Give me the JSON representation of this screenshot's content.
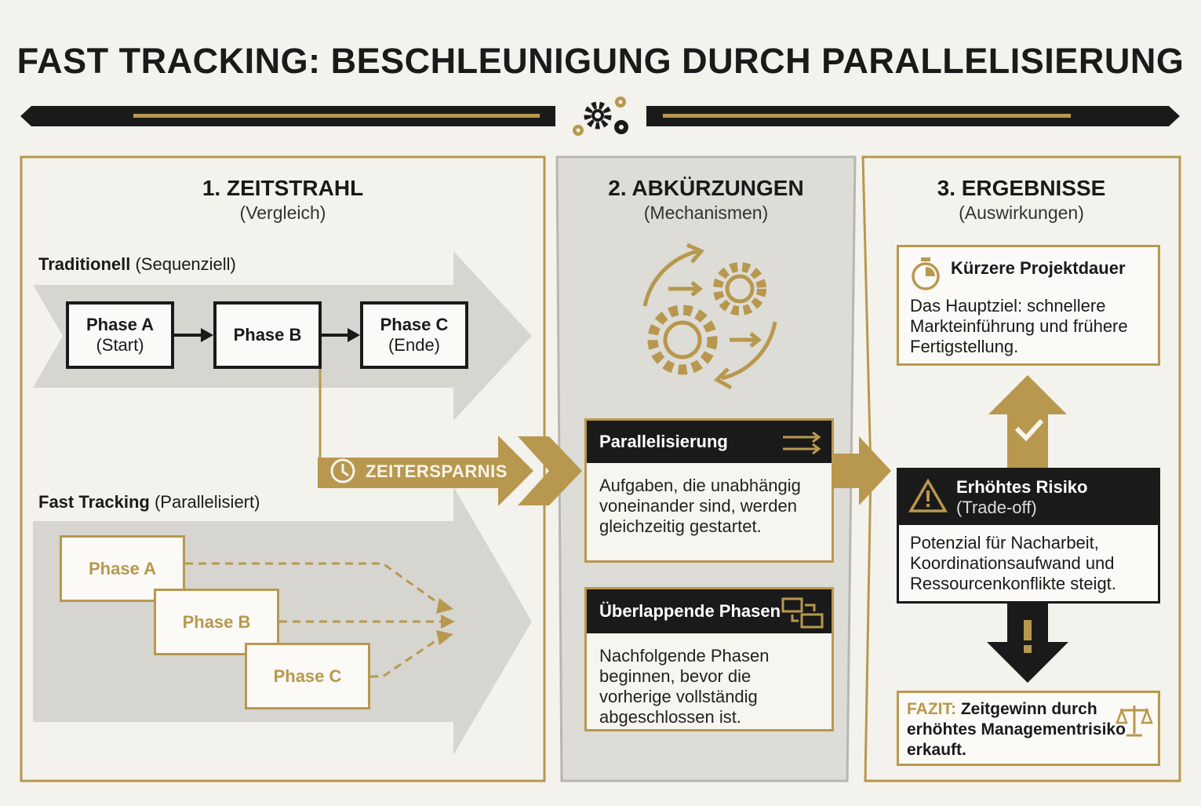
{
  "title": "FAST TRACKING: BESCHLEUNIGUNG DURCH PARALLELISIERUNG",
  "panel1": {
    "title": "1. ZEITSTRAHL",
    "subtitle": "(Vergleich)",
    "traditional": {
      "label": "Traditionell",
      "note": "(Sequenziell)"
    },
    "phases_seq": [
      {
        "name": "Phase A",
        "note": "(Start)"
      },
      {
        "name": "Phase B",
        "note": ""
      },
      {
        "name": "Phase C",
        "note": "(Ende)"
      }
    ],
    "savings": "ZEITERSPARNIS",
    "fast": {
      "label": "Fast Tracking",
      "note": "(Parallelisiert)"
    },
    "phases_par": [
      "Phase A",
      "Phase B",
      "Phase C"
    ]
  },
  "panel2": {
    "title": "2. ABKÜRZUNGEN",
    "subtitle": "(Mechanismen)",
    "card1": {
      "title": "Parallelisierung",
      "body": "Aufgaben, die unabhängig voneinander sind, werden gleichzeitig gestartet."
    },
    "card2": {
      "title": "Überlappende Phasen",
      "body": "Nachfolgende Phasen beginnen, bevor die vorherige vollständig abgeschlossen ist."
    }
  },
  "panel3": {
    "title": "3. ERGEBNISSE",
    "subtitle": "(Auswirkungen)",
    "result1": {
      "title": "Kürzere Projektdauer",
      "body": "Das Hauptziel: schnellere Markteinführung und frühere Fertigstellung."
    },
    "result2": {
      "title": "Erhöhtes Risiko",
      "subtitle": "(Trade-off)",
      "body": "Potenzial für Nacharbeit, Koordinationsaufwand und Ressourcenkonflikte steigt."
    },
    "fazit": {
      "label": "FAZIT:",
      "text": "Zeitgewinn durch erhöhtes Managementrisiko erkauft."
    }
  },
  "colors": {
    "gold": "#b8984e",
    "dark": "#1a1a1a",
    "bg": "#f4f2ec",
    "grey": "#dcdbd6"
  }
}
